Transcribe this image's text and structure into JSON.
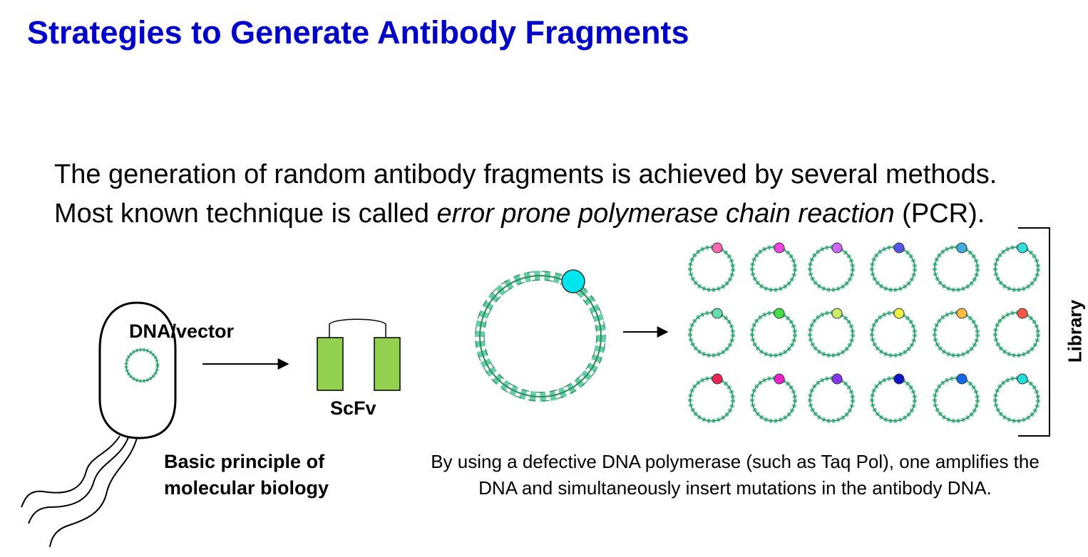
{
  "slide": {
    "title": "Strategies to Generate Antibody Fragments",
    "intro": {
      "part1": "The generation of random antibody fragments is achieved by several methods. Most known technique is called ",
      "italic": "error prone polymerase chain reaction",
      "part2": " (PCR)."
    }
  },
  "diagram": {
    "dna_label": "DNA/vector",
    "scfv_label": "ScFv",
    "basic_line1": "Basic principle of",
    "basic_line2": "molecular biology",
    "defective_text": "By using a defective DNA polymerase (such as Taq Pol), one amplifies the DNA and simultaneously insert mutations in the antibody DNA.",
    "library_label": "Library"
  },
  "colors": {
    "title": "#0000cc",
    "dna_strand": "#2e8b57",
    "dna_strand_light": "#66cdaa",
    "scfv_fill": "#92d050",
    "big_marker": "#00e5ee",
    "library_markers": [
      [
        "#ff69b4",
        "#ee44dd",
        "#cc66ff",
        "#5555ee",
        "#44aadd",
        "#33dddd"
      ],
      [
        "#66ddaa",
        "#44dd44",
        "#ccee66",
        "#eeee44",
        "#ffbb44",
        "#ff5544"
      ],
      [
        "#ee2255",
        "#ee22cc",
        "#8833ee",
        "#1111cc",
        "#1166ee",
        "#22dddd"
      ]
    ]
  }
}
